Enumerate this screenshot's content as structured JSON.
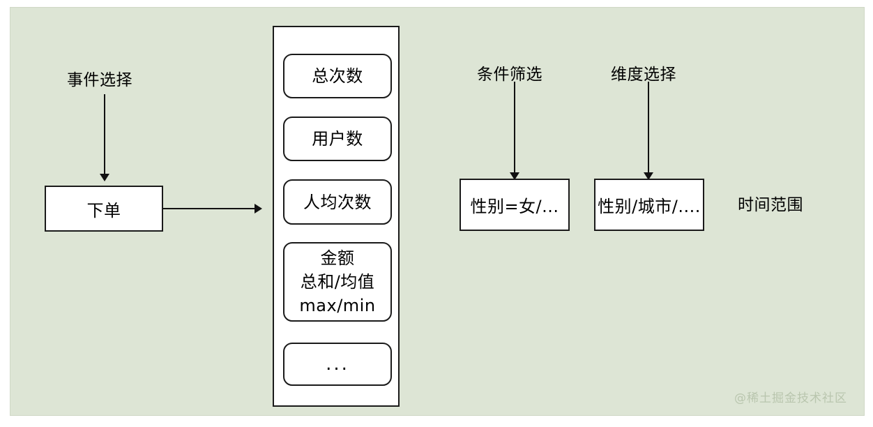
{
  "canvas": {
    "background_color": "#dde5d5",
    "border_color": "#cfd8c6",
    "box_fill": "#ffffff",
    "stroke_color": "#1a1a1a",
    "text_color": "#000000"
  },
  "labels": {
    "event_select": "事件选择",
    "condition_filter": "条件筛选",
    "dimension_select": "维度选择",
    "time_range": "时间范围"
  },
  "event_box": {
    "label": "下单"
  },
  "metrics": [
    {
      "lines": [
        "总次数"
      ]
    },
    {
      "lines": [
        "用户数"
      ]
    },
    {
      "lines": [
        "人均次数"
      ]
    },
    {
      "lines": [
        "金额",
        "总和/均值",
        "max/min"
      ]
    },
    {
      "lines": [
        "..."
      ]
    }
  ],
  "filter_boxes": [
    {
      "label": "性别=女/..."
    },
    {
      "label": "性别/城市/...."
    }
  ],
  "watermark": "@稀土掘金技术社区"
}
